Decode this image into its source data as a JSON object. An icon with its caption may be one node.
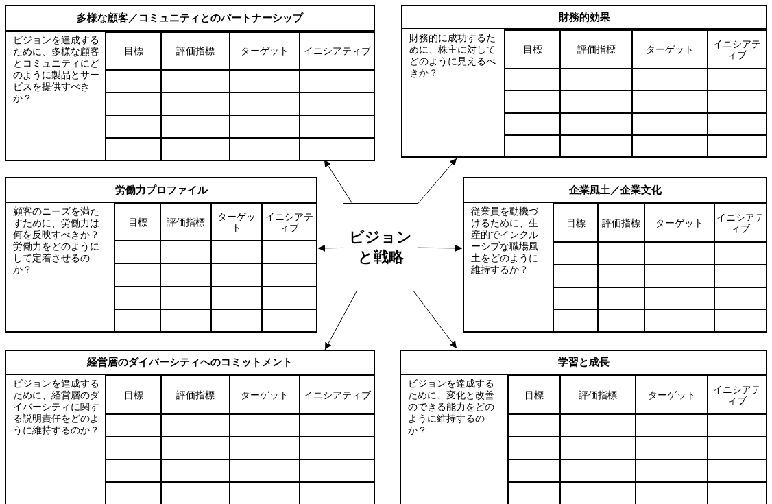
{
  "diagram": {
    "nodes": [
      {
        "text": [
          "多様な顧客／コミュニティとのパートナーシップ",
          "ビジョンを達成するために、多様な顧客とコミュニティにどのように製品とサービスを提供すべきか？",
          "目標",
          "評価指標",
          "ターゲット",
          "イニシアティブ"
        ]
      },
      {
        "text": [
          "財務的効果",
          "財務的に成功するために、株主に対してどのように見えるべきか？",
          "目標",
          "評価指標",
          "ターゲット",
          "イニシアティブ"
        ]
      },
      {
        "text": [
          "労働力プロファイル",
          "顧客のニーズを満たすために、労働力は何を反映すべきか？労働力をどのようにして定着させるのか？",
          "目標",
          "評価指標",
          "ターゲット",
          "イニシアティブ"
        ]
      },
      {
        "text": [
          "ビジョンと戦略"
        ]
      },
      {
        "text": [
          "企業風土／企業文化",
          "従業員を動機づけるために、生産的でインクルーシブな職場風土をどのように維持するか？",
          "目標",
          "評価指標",
          "ターゲット",
          "イニシアティブ"
        ]
      },
      {
        "text": [
          "経営層のダイバーシティへのコミットメント",
          "ビジョンを達成するために、経営層のダイバーシティに関する説明責任をどのように維持するのか？",
          "目標",
          "評価指標",
          "ターゲット",
          "イニシアティブ"
        ]
      },
      {
        "text": [
          "学習と成長",
          "ビジョンを達成するために、変化と改善のできる能力をどのように維持するのか？",
          "目標",
          "評価指標",
          "ターゲット",
          "イニシアティブ"
        ]
      }
    ],
    "edges": [
      {
        "from": 3,
        "to": 0,
        "arrow": "to"
      },
      {
        "from": 3,
        "to": 1,
        "arrow": "to"
      },
      {
        "from": 3,
        "to": 2,
        "arrow": "to"
      },
      {
        "from": 3,
        "to": 4,
        "arrow": "to"
      },
      {
        "from": 3,
        "to": 5,
        "arrow": "to"
      },
      {
        "from": 3,
        "to": 6,
        "arrow": "to"
      }
    ]
  }
}
